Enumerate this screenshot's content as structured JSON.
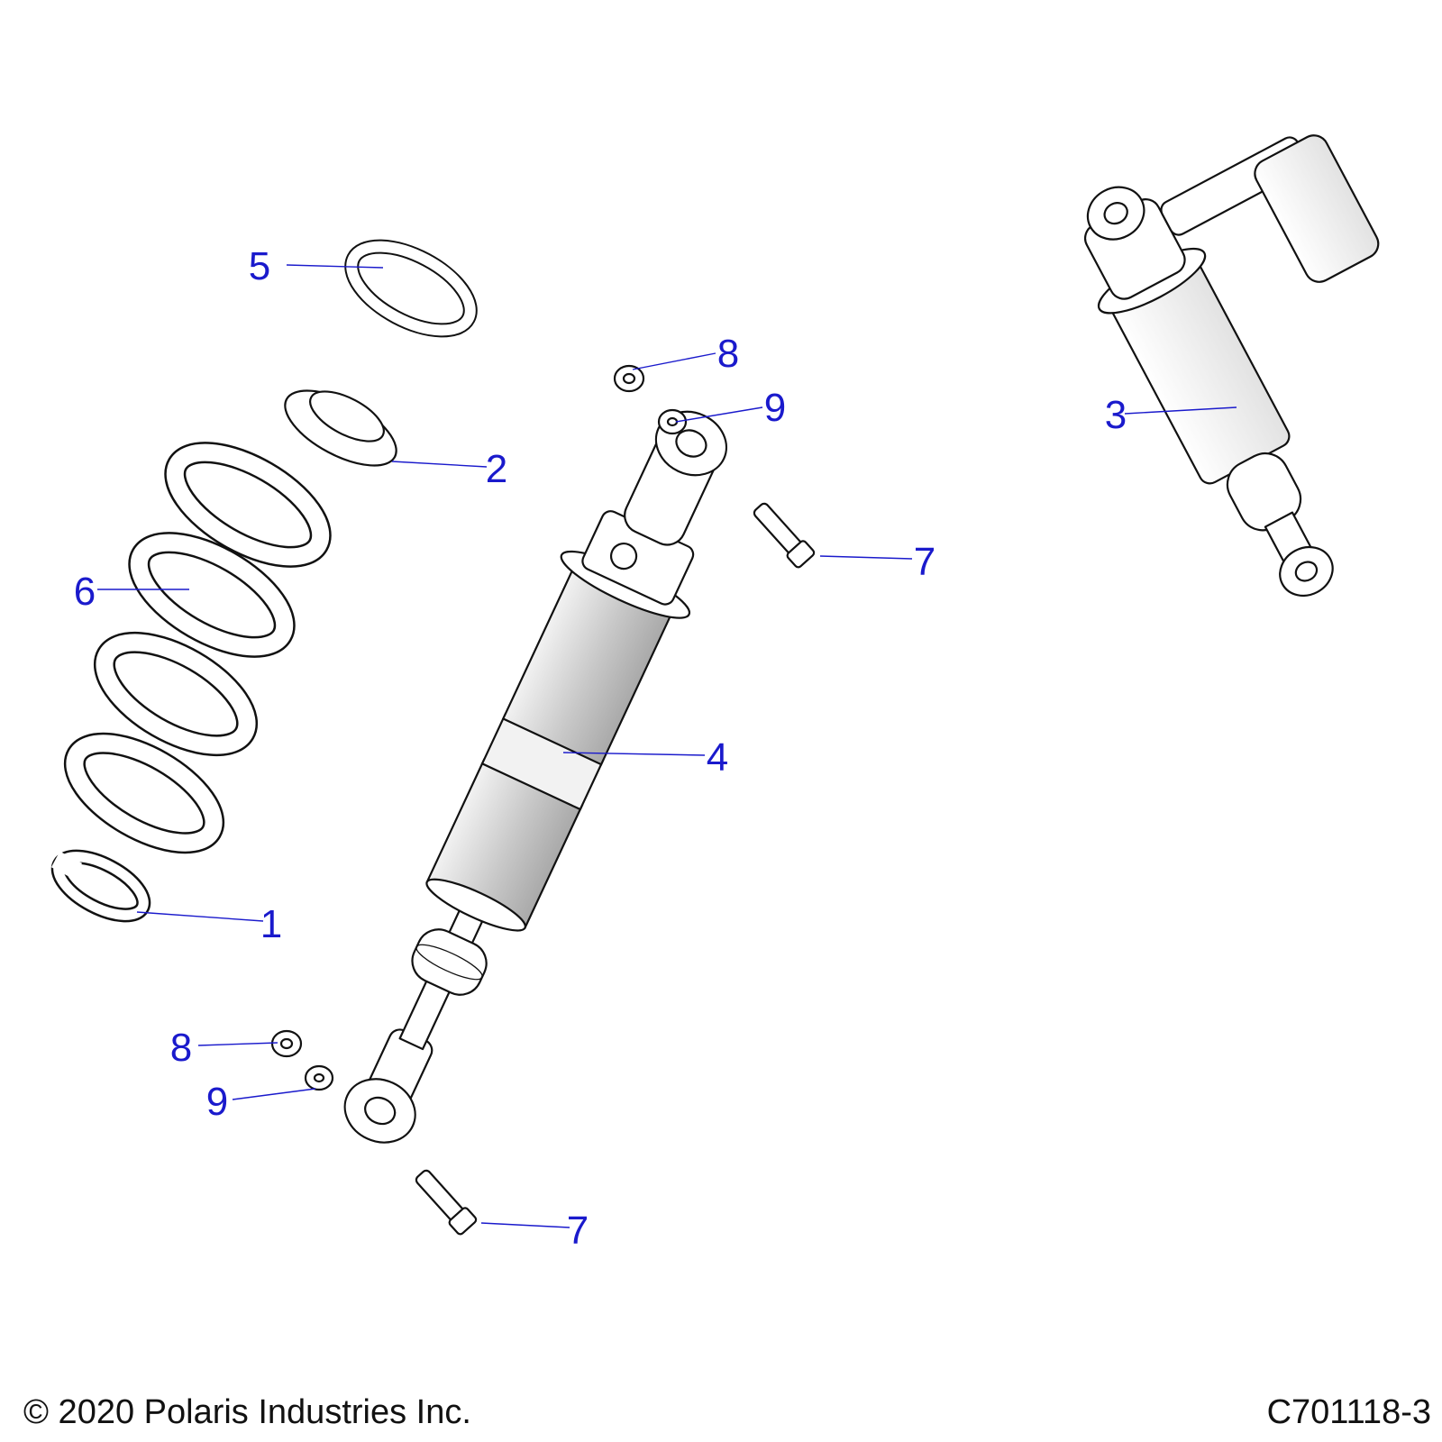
{
  "colors": {
    "callout": "#1a1acc",
    "line": "#111111",
    "shade_light": "#f2f2f2",
    "shade_dark": "#a9a9a9"
  },
  "callouts": [
    {
      "id": "c5",
      "label": "5"
    },
    {
      "id": "c8a",
      "label": "8"
    },
    {
      "id": "c9a",
      "label": "9"
    },
    {
      "id": "c2",
      "label": "2"
    },
    {
      "id": "c3",
      "label": "3"
    },
    {
      "id": "c7a",
      "label": "7"
    },
    {
      "id": "c6",
      "label": "6"
    },
    {
      "id": "c4",
      "label": "4"
    },
    {
      "id": "c1",
      "label": "1"
    },
    {
      "id": "c8b",
      "label": "8"
    },
    {
      "id": "c9b",
      "label": "9"
    },
    {
      "id": "c7b",
      "label": "7"
    }
  ],
  "footer": {
    "copyright": "© 2020 Polaris Industries Inc.",
    "drawing_id": "C701118-3"
  }
}
